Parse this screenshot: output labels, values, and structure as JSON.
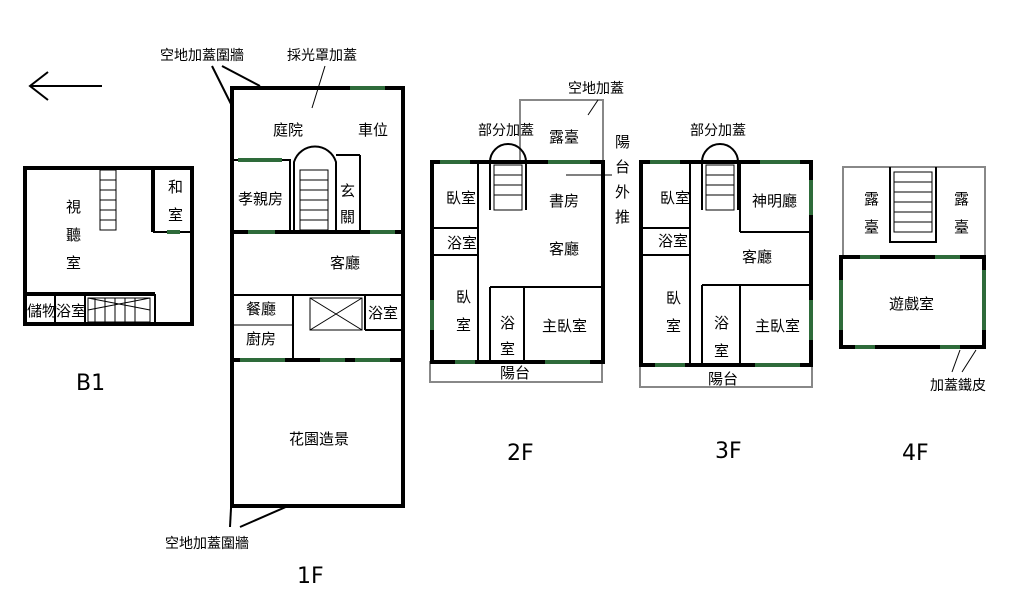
{
  "floors": {
    "b1": "B1",
    "f1": "1F",
    "f2": "2F",
    "f3": "3F",
    "f4": "4F"
  },
  "b1": {
    "room_theater": "視聽室",
    "room_japanese": "和室",
    "room_storage": "儲物",
    "room_bath": "浴室"
  },
  "f1": {
    "note_enclosure_top": "空地加蓋圍牆",
    "note_skylight": "採光罩加蓋",
    "note_enclosure_bottom": "空地加蓋圍牆",
    "room_courtyard": "庭院",
    "room_parking": "車位",
    "room_elder": "孝親房",
    "room_foyer": "玄關",
    "room_living": "客廳",
    "room_dining": "餐廳",
    "room_kitchen": "廚房",
    "room_bath": "浴室",
    "room_garden": "花園造景"
  },
  "f2": {
    "note_extension": "空地加蓋",
    "note_partial": "部分加蓋",
    "note_balcony_out": "陽台外推",
    "room_terrace": "露臺",
    "room_bedroom": "臥室",
    "room_study": "書房",
    "room_bath": "浴室",
    "room_living": "客廳",
    "room_bedroom2": "臥室",
    "room_bath2": "浴室",
    "room_master": "主臥室",
    "room_balcony": "陽台"
  },
  "f3": {
    "note_partial": "部分加蓋",
    "room_bedroom": "臥室",
    "room_shrine": "神明廳",
    "room_bath": "浴室",
    "room_living": "客廳",
    "room_bedroom2": "臥室",
    "room_bath2": "浴室",
    "room_master": "主臥室",
    "room_balcony": "陽台"
  },
  "f4": {
    "room_terrace_left": "露臺",
    "room_terrace_right": "露臺",
    "room_game": "遊戲室",
    "note_iron_roof": "加蓋鐵皮"
  },
  "colors": {
    "window": "#2e6b3a",
    "wall": "#000000"
  },
  "icons": {
    "north_arrow": "left-arrow-icon"
  }
}
